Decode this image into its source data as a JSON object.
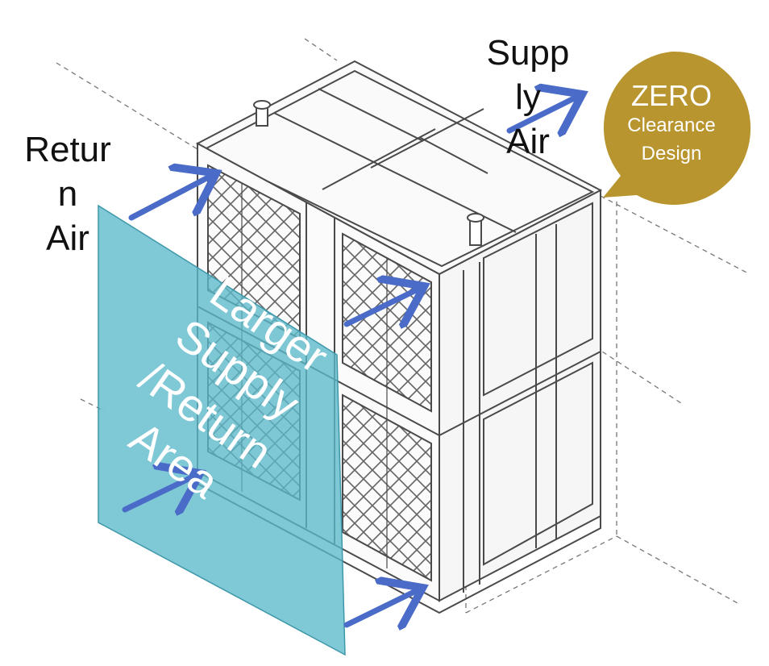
{
  "labels": {
    "return_air": "Retur\nn\nAir",
    "supply_air": "Supp\nly\nAir",
    "zero_title": "ZERO",
    "zero_line1": "Clearance",
    "zero_line2": "Design",
    "area": "Larger\nSupply\n/Return\nArea"
  },
  "colors": {
    "arrow": "#4a6cc8",
    "badge": "#b8952e",
    "panel": "#5bb8c9",
    "outline": "#555555",
    "dashed": "#777777"
  },
  "icons": [
    "arrow-icon",
    "speech-bubble-badge",
    "air-handler-unit-drawing"
  ]
}
